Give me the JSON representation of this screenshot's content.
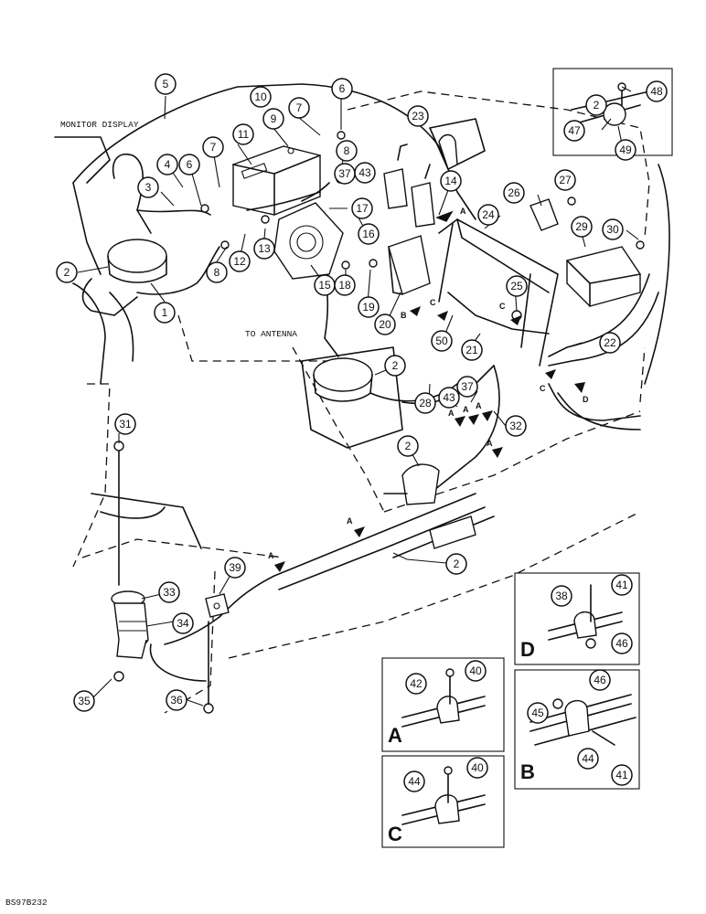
{
  "labels": {
    "monitor_display": "MONITOR DISPLAY",
    "to_antenna": "TO ANTENNA",
    "figure_code": "BS97B232"
  },
  "balloons": [
    {
      "n": "1"
    },
    {
      "n": "2"
    },
    {
      "n": "2"
    },
    {
      "n": "2"
    },
    {
      "n": "2"
    },
    {
      "n": "2"
    },
    {
      "n": "3"
    },
    {
      "n": "4"
    },
    {
      "n": "5"
    },
    {
      "n": "6"
    },
    {
      "n": "6"
    },
    {
      "n": "7"
    },
    {
      "n": "7"
    },
    {
      "n": "8"
    },
    {
      "n": "8"
    },
    {
      "n": "9"
    },
    {
      "n": "10"
    },
    {
      "n": "11"
    },
    {
      "n": "12"
    },
    {
      "n": "13"
    },
    {
      "n": "14"
    },
    {
      "n": "15"
    },
    {
      "n": "16"
    },
    {
      "n": "17"
    },
    {
      "n": "18"
    },
    {
      "n": "19"
    },
    {
      "n": "20"
    },
    {
      "n": "21"
    },
    {
      "n": "22"
    },
    {
      "n": "23"
    },
    {
      "n": "24"
    },
    {
      "n": "25"
    },
    {
      "n": "26"
    },
    {
      "n": "27"
    },
    {
      "n": "28"
    },
    {
      "n": "29"
    },
    {
      "n": "30"
    },
    {
      "n": "31"
    },
    {
      "n": "32"
    },
    {
      "n": "33"
    },
    {
      "n": "34"
    },
    {
      "n": "35"
    },
    {
      "n": "36"
    },
    {
      "n": "37"
    },
    {
      "n": "37"
    },
    {
      "n": "39"
    },
    {
      "n": "43"
    },
    {
      "n": "43"
    },
    {
      "n": "47"
    },
    {
      "n": "48"
    },
    {
      "n": "49"
    },
    {
      "n": "50"
    },
    {
      "n": "38"
    },
    {
      "n": "41"
    },
    {
      "n": "46"
    },
    {
      "n": "42"
    },
    {
      "n": "40"
    },
    {
      "n": "46"
    },
    {
      "n": "45"
    },
    {
      "n": "44"
    },
    {
      "n": "41"
    },
    {
      "n": "44"
    },
    {
      "n": "40"
    }
  ],
  "detail_boxes": [
    {
      "letter": "D"
    },
    {
      "letter": "A"
    },
    {
      "letter": "B"
    },
    {
      "letter": "C"
    }
  ],
  "arrow_tags": [
    "A",
    "A",
    "A",
    "A",
    "A",
    "A",
    "A",
    "B",
    "C",
    "C",
    "C",
    "D"
  ]
}
